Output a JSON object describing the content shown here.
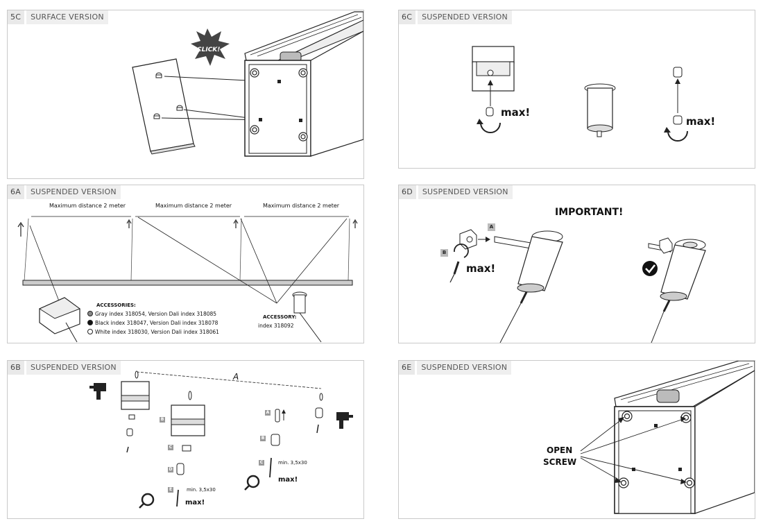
{
  "panels": {
    "p5c": {
      "code": "5C",
      "title": "SURFACE VERSION",
      "click": "CLICK!"
    },
    "p6c": {
      "code": "6C",
      "title": "SUSPENDED VERSION",
      "max1": "max!",
      "max2": "max!"
    },
    "p6a": {
      "code": "6A",
      "title": "SUSPENDED VERSION",
      "distances": [
        "Maximum distance 2 meter",
        "Maximum distance 2 meter",
        "Maximum distance 2 meter"
      ],
      "accessories_title": "ACCESSORIES:",
      "accessories": [
        {
          "text": "Gray index 318054, Version Dali index 318085",
          "color": "#888888"
        },
        {
          "text": "Black index 318047, Version Dali index 318078",
          "color": "#111111"
        },
        {
          "text": "White index 318030, Version Dali index 318061",
          "color": "#ffffff"
        }
      ],
      "accessory_title": "ACCESSORY:",
      "accessory_index": "index 318092"
    },
    "p6d": {
      "code": "6D",
      "title": "SUSPENDED VERSION",
      "important": "IMPORTANT!",
      "tag_a": "A",
      "tag_b": "B",
      "max": "max!"
    },
    "p6b": {
      "code": "6B",
      "title": "SUSPENDED VERSION",
      "dim": "A",
      "tags_left": [
        "B",
        "C",
        "D",
        "E"
      ],
      "tags_right": [
        "A",
        "B",
        "C"
      ],
      "screw_left": "min. 3,5x30",
      "screw_right": "min. 3,5x30",
      "max_left": "max!",
      "max_right": "max!"
    },
    "p6e": {
      "code": "6E",
      "title": "SUSPENDED VERSION",
      "open": "OPEN",
      "screw": "SCREW"
    }
  }
}
